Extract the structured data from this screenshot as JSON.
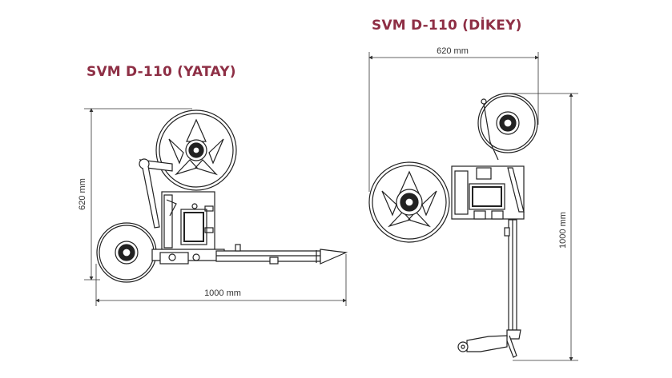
{
  "horizontal": {
    "title": "SVM D-110 (YATAY)",
    "height_label": "620 mm",
    "width_label": "1000 mm"
  },
  "vertical": {
    "title": "SVM D-110 (DİKEY)",
    "width_label": "620 mm",
    "height_label": "1000 mm"
  },
  "colors": {
    "title": "#8e2f45",
    "line": "#333333"
  }
}
